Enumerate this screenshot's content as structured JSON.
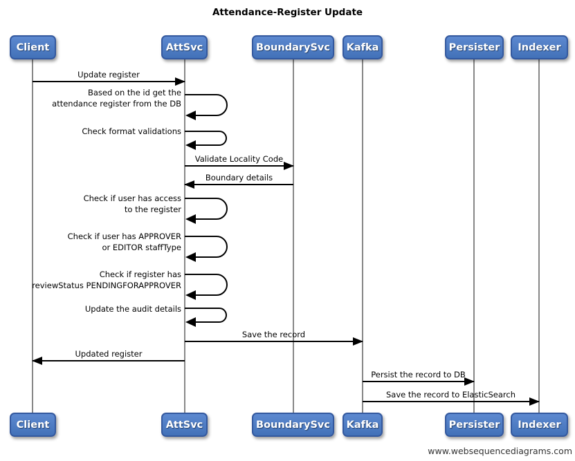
{
  "title": "Attendance-Register Update",
  "footer": {
    "link_text": "www.websequencediagrams.com"
  },
  "colors": {
    "participant_fill": "#4a7ac2",
    "participant_border": "#33589e",
    "participant_text": "#ffffff",
    "lifeline": "#878787",
    "message_line": "#000000",
    "background": "#ffffff"
  },
  "participants": [
    {
      "name": "Client"
    },
    {
      "name": "AttSvc"
    },
    {
      "name": "BoundarySvc"
    },
    {
      "name": "Kafka"
    },
    {
      "name": "Persister"
    },
    {
      "name": "Indexer"
    }
  ],
  "messages": [
    {
      "type": "arrow",
      "from": "Client",
      "to": "AttSvc",
      "text": "Update register"
    },
    {
      "type": "self",
      "on": "AttSvc",
      "lines": [
        "Based on the id get the",
        "attendance register from the DB"
      ]
    },
    {
      "type": "self",
      "on": "AttSvc",
      "lines": [
        "Check format validations"
      ]
    },
    {
      "type": "arrow",
      "from": "AttSvc",
      "to": "BoundarySvc",
      "text": "Validate Locality Code"
    },
    {
      "type": "arrow",
      "from": "BoundarySvc",
      "to": "AttSvc",
      "text": "Boundary details"
    },
    {
      "type": "self",
      "on": "AttSvc",
      "lines": [
        "Check if user has access",
        "to the register"
      ]
    },
    {
      "type": "self",
      "on": "AttSvc",
      "lines": [
        "Check if user has APPROVER",
        "or EDITOR staffType"
      ]
    },
    {
      "type": "self",
      "on": "AttSvc",
      "lines": [
        "Check if register has",
        "reviewStatus PENDINGFORAPPROVER"
      ]
    },
    {
      "type": "self",
      "on": "AttSvc",
      "lines": [
        "Update the audit details"
      ]
    },
    {
      "type": "arrow",
      "from": "AttSvc",
      "to": "Kafka",
      "text": "Save the record"
    },
    {
      "type": "arrow",
      "from": "AttSvc",
      "to": "Client",
      "text": "Updated register"
    },
    {
      "type": "arrow",
      "from": "Kafka",
      "to": "Persister",
      "text": "Persist the record to DB"
    },
    {
      "type": "arrow",
      "from": "Kafka",
      "to": "Indexer",
      "text": "Save the record to ElasticSearch"
    }
  ]
}
